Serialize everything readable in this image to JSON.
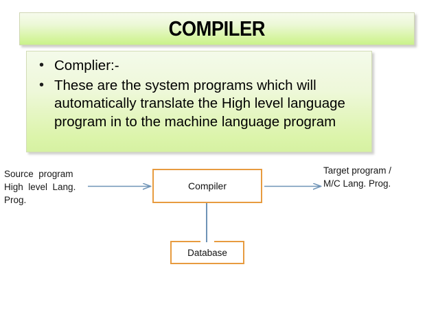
{
  "slide": {
    "title": "COMPILER",
    "bullets": [
      "Complier:-",
      "These are the system programs which will automatically translate the High level language program in to the machine language program"
    ]
  },
  "diagram": {
    "input_label_line1": "Source  program",
    "input_label_line2": "High  level  Lang.",
    "input_label_line3": "Prog.",
    "output_label_line1": "Target program /",
    "output_label_line2": "M/C Lang. Prog.",
    "process_box_label": "Compiler",
    "storage_box_label": "Database",
    "input_arrow_icon": "right-arrow-icon",
    "output_arrow_icon": "right-arrow-icon",
    "connector_icon": "vertical-connector-line"
  },
  "colors": {
    "box_border_orange": "#e79b3f",
    "arrow_blue": "#6e93b6",
    "banner_gradient_top": "#f6fbec",
    "banner_gradient_bottom": "#c9f28c",
    "body_gradient_top": "#f4faea",
    "body_gradient_bottom": "#d6f2a2",
    "text_black": "#000000"
  }
}
